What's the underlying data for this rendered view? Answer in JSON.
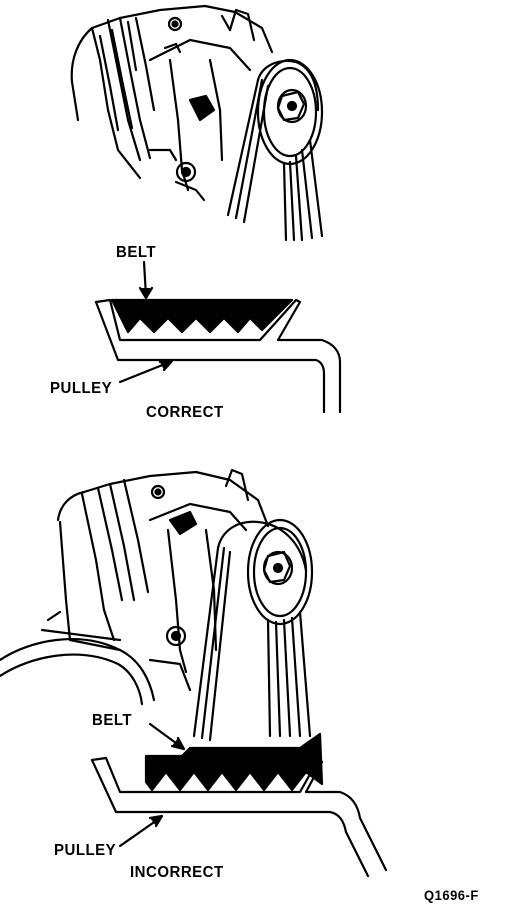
{
  "figure_id": "Q1696-F",
  "diagrams": [
    {
      "belt_label": "BELT",
      "pulley_label": "PULLEY",
      "caption": "CORRECT"
    },
    {
      "belt_label": "BELT",
      "pulley_label": "PULLEY",
      "caption": "INCORRECT"
    }
  ],
  "colors": {
    "ink": "#000000",
    "paper": "#ffffff"
  }
}
